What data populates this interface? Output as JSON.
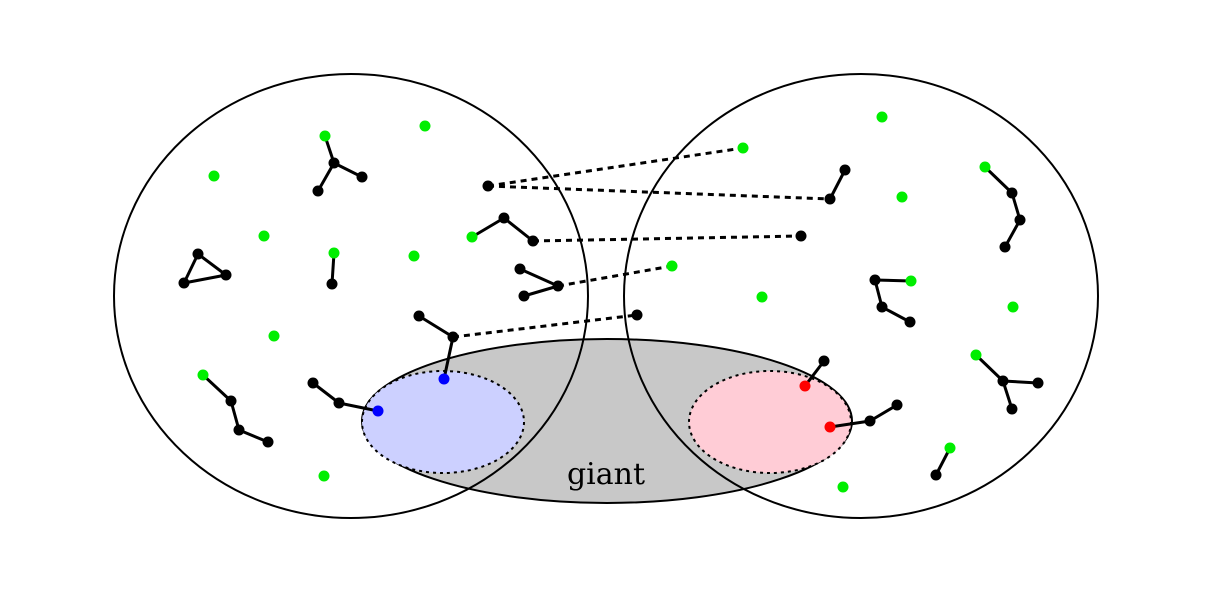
{
  "diagram": {
    "label": "giant",
    "colors": {
      "giant_fill": "#c8c8c8",
      "left_core_fill": "#ccd0ff",
      "right_core_fill": "#ffccd6",
      "isolated_node": "#00ee00",
      "node": "#000000",
      "left_special_node": "#0000ff",
      "right_special_node": "#ff0000"
    },
    "regions": [
      "left-sample-circle",
      "right-sample-circle",
      "giant-component",
      "left-giant-core",
      "right-giant-core"
    ],
    "node_kinds": [
      "isolated-node",
      "component-node",
      "special-node"
    ],
    "edge_kinds": [
      "solid-edge",
      "dashed-cross-edge"
    ]
  }
}
